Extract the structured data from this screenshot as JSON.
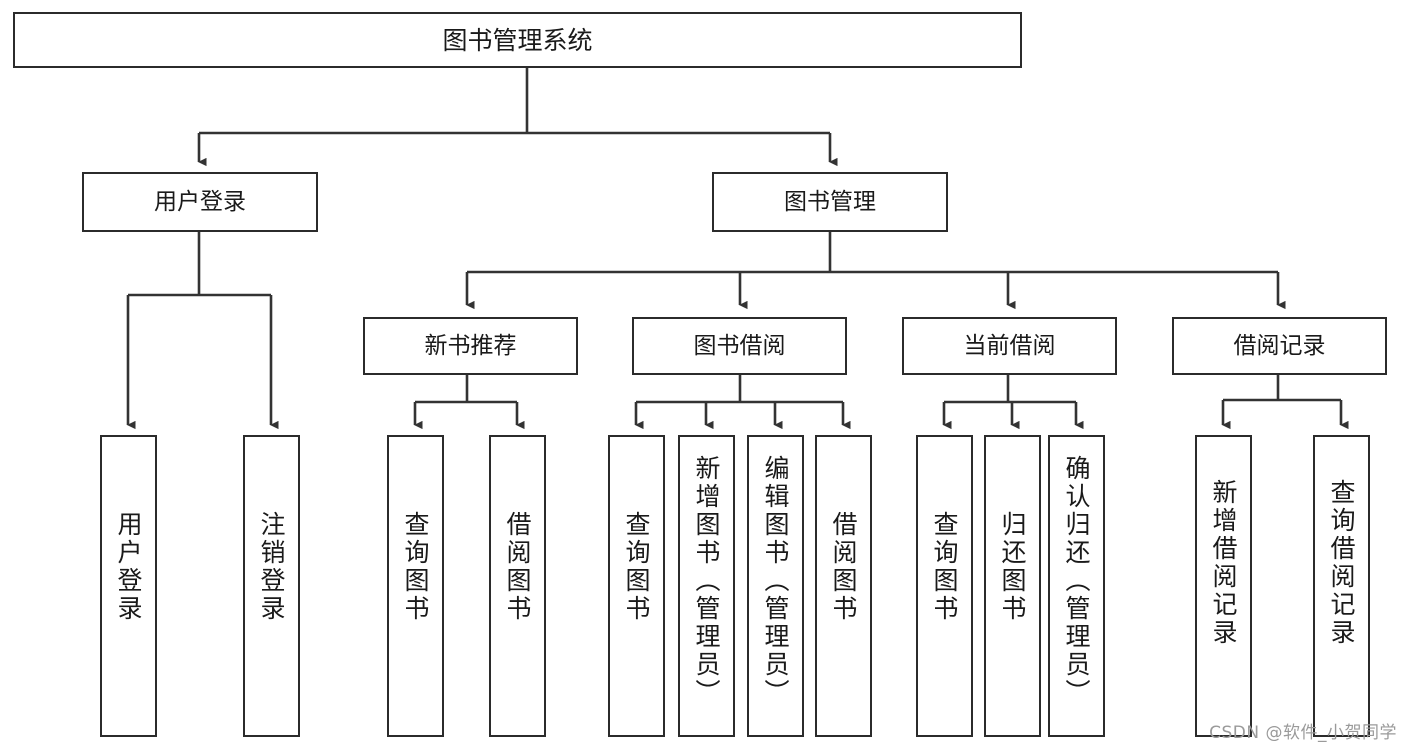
{
  "diagram": {
    "title": "图书管理系统",
    "type": "tree-hierarchy-chart",
    "watermark": "CSDN @软件_小贺同学",
    "colors": {
      "box_border": "#2b2b2b",
      "box_fill": "#ffffff",
      "connector": "#333333",
      "text": "#1a1a1a",
      "watermark": "#9a9a9a",
      "background": "#ffffff"
    },
    "root": {
      "label": "图书管理系统"
    },
    "level1": [
      {
        "label": "用户登录"
      },
      {
        "label": "图书管理"
      }
    ],
    "level2": [
      {
        "label": "新书推荐"
      },
      {
        "label": "图书借阅"
      },
      {
        "label": "当前借阅"
      },
      {
        "label": "借阅记录"
      }
    ],
    "leaves": {
      "user_login": [
        {
          "label": "用户登录"
        },
        {
          "label": "注销登录"
        }
      ],
      "new_book_recommend": [
        {
          "label": "查询图书"
        },
        {
          "label": "借阅图书"
        }
      ],
      "book_borrow": [
        {
          "label": "查询图书"
        },
        {
          "label": "新增图书（管理员）"
        },
        {
          "label": "编辑图书（管理员）"
        },
        {
          "label": "借阅图书"
        }
      ],
      "current_borrow": [
        {
          "label": "查询图书"
        },
        {
          "label": "归还图书"
        },
        {
          "label": "确认归还（管理员）"
        }
      ],
      "borrow_record": [
        {
          "label": "新增借阅记录"
        },
        {
          "label": "查询借阅记录"
        }
      ]
    }
  }
}
